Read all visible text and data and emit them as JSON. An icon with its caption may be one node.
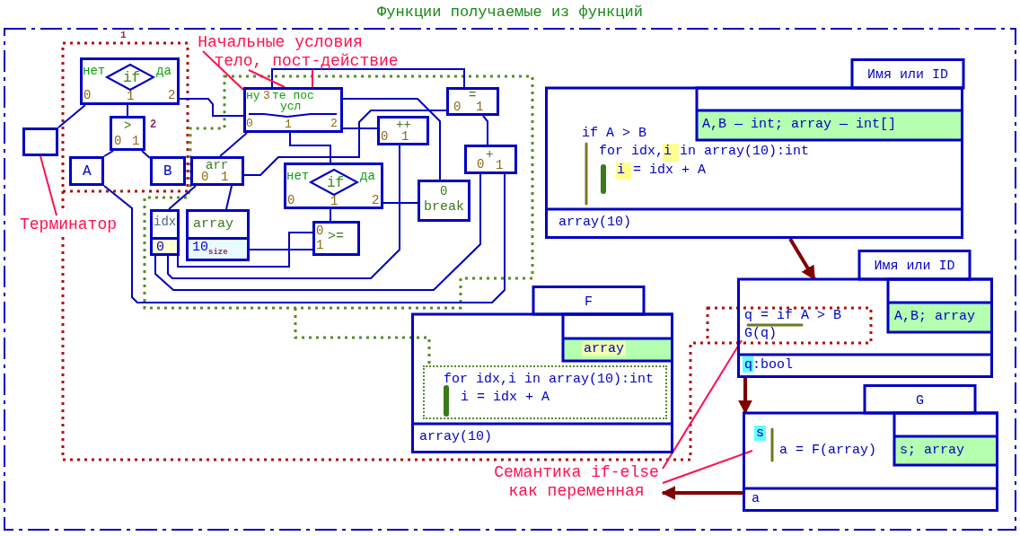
{
  "diagram": {
    "title": "Функции получаемые из функций",
    "nodes": [
      {
        "text": [
          "нет",
          "if",
          "да",
          "0",
          "1",
          "2"
        ]
      },
      {
        "text": [],
        "shape": "box"
      },
      {
        "text": [
          ">",
          "0",
          "1"
        ],
        "beside": [
          "2"
        ]
      },
      {
        "text": [
          "A"
        ]
      },
      {
        "text": [
          "B"
        ]
      },
      {
        "text": [
          "ну",
          "3",
          "те пос",
          "усл",
          "0",
          "1",
          "2"
        ]
      },
      {
        "text": [
          "=",
          "0",
          "1"
        ]
      },
      {
        "text": [
          "++",
          "0",
          "1"
        ]
      },
      {
        "text": [
          "arr",
          "0",
          "1"
        ]
      },
      {
        "text": [
          "+",
          "0",
          "1"
        ]
      },
      {
        "text": [
          "нет",
          "if",
          "да",
          "0",
          "1",
          "2"
        ]
      },
      {
        "text": [
          "0",
          "break"
        ]
      },
      {
        "text": [
          "idx",
          "0"
        ]
      },
      {
        "text": [
          "array",
          "10$_{size}$"
        ]
      },
      {
        "text": [
          "0",
          ">=",
          "1"
        ]
      },
      {
        "text": [
          "Имя или ID",
          "if A > B",
          "for idx,i in array(10):int",
          "i = idx + A",
          "A,B — int; array — int[]",
          "array(10)"
        ]
      },
      {
        "text": [
          "Имя или ID",
          "A,B; array",
          "q:bool"
        ]
      },
      {
        "text": [
          "q = if A > B",
          "G(q)"
        ],
        "in": 16
      },
      {
        "text": [
          "F",
          "array",
          "array(10)"
        ]
      },
      {
        "text": [
          "for idx,i in array(10):int",
          "i = idx + A"
        ],
        "in": 18
      },
      {
        "text": [
          "G",
          "s; array",
          "a"
        ]
      },
      {
        "text": [
          "s",
          "a = F(array)"
        ],
        "in": 20
      },
      {
        "text": [
          "Начальные условия"
        ]
      },
      {
        "text": [
          "тело, пост-действие"
        ]
      },
      {
        "text": [
          "Терминатор"
        ]
      },
      {
        "text": [
          "Семантика if-else как переменная"
        ]
      }
    ],
    "edges": [
      {
        "from": 0,
        "to": 1,
        "arrow": "none"
      },
      {
        "from": 0,
        "to": 2,
        "arrow": "none"
      },
      {
        "from": 2,
        "to": 3,
        "arrow": "none"
      },
      {
        "from": 2,
        "to": 4,
        "arrow": "none"
      },
      {
        "from": 0,
        "to": 5,
        "arrow": "none"
      },
      {
        "from": 5,
        "to": 8,
        "arrow": "none"
      },
      {
        "from": 5,
        "to": 10,
        "arrow": "none"
      },
      {
        "from": 5,
        "to": 7,
        "arrow": "none"
      },
      {
        "from": 5,
        "to": 11,
        "arrow": "none"
      },
      {
        "from": 5,
        "to": 6,
        "arrow": "none"
      },
      {
        "from": 6,
        "to": 8,
        "arrow": "none"
      },
      {
        "from": 6,
        "to": 9,
        "arrow": "none"
      },
      {
        "from": 8,
        "to": 12,
        "arrow": "none"
      },
      {
        "from": 8,
        "to": 13,
        "arrow": "none"
      },
      {
        "from": 10,
        "to": 14,
        "arrow": "none"
      },
      {
        "from": 10,
        "to": 11,
        "arrow": "none"
      },
      {
        "from": 13,
        "to": 14,
        "arrow": "none"
      },
      {
        "from": 12,
        "to": 14,
        "arrow": "none"
      },
      {
        "from": 7,
        "to": 12,
        "arrow": "none"
      },
      {
        "from": 9,
        "to": 12,
        "arrow": "none"
      },
      {
        "from": 9,
        "to": 3,
        "arrow": "none"
      },
      {
        "from": 22,
        "to": 5,
        "arrow": "none",
        "color": "#ff1050"
      },
      {
        "from": 23,
        "to": 5,
        "arrow": "none",
        "color": "#ff1050"
      },
      {
        "from": 23,
        "to": 5,
        "arrow": "none",
        "color": "#ff1050"
      },
      {
        "from": 24,
        "to": 1,
        "arrow": "none",
        "color": "#ff1050"
      },
      {
        "from": 25,
        "to": 17,
        "arrow": "none",
        "color": "#ff1050"
      },
      {
        "from": 25,
        "to": 21,
        "arrow": "none",
        "color": "#ff1050"
      },
      {
        "from": 15,
        "to": 16,
        "arrow": "to",
        "style": "thick",
        "color": "#800000"
      },
      {
        "from": 16,
        "to": 20,
        "arrow": "to",
        "style": "thick",
        "color": "#800000"
      },
      {
        "from": 20,
        "to": 25,
        "arrow": "to",
        "style": "thick",
        "color": "#800000"
      }
    ],
    "labels": [
      "1"
    ]
  }
}
